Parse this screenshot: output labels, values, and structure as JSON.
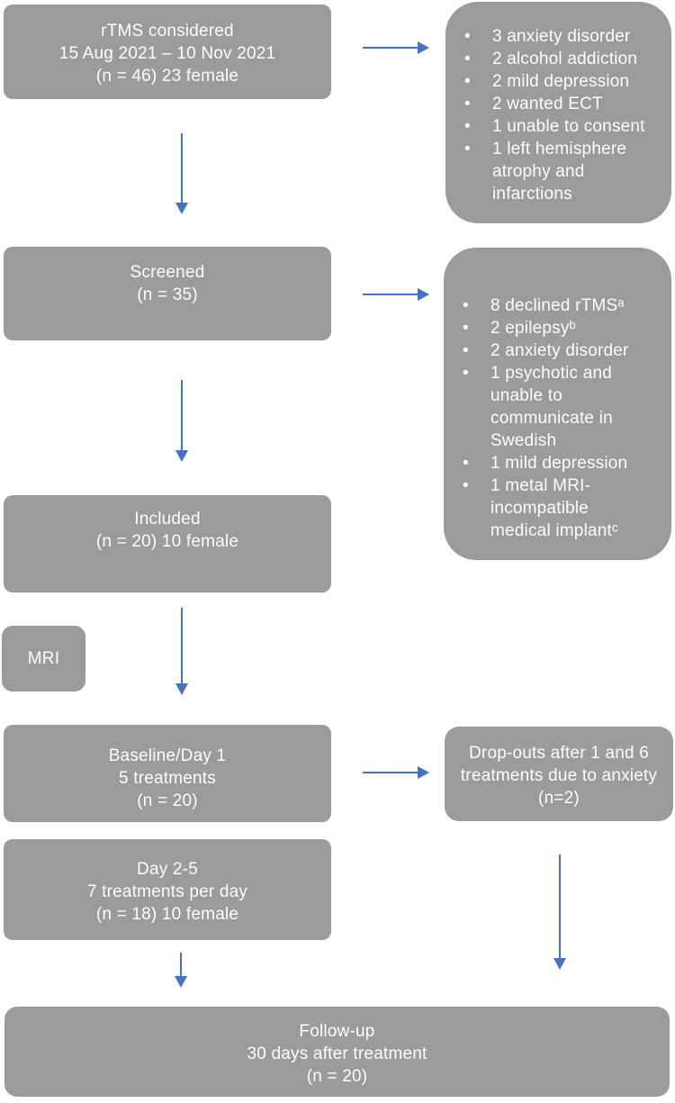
{
  "colors": {
    "box_gray": "#9b9b9b",
    "arrow_blue": "#4472c4",
    "text_white": "#fdfdfd"
  },
  "flow": {
    "considered": {
      "lines": [
        "rTMS considered",
        "15 Aug 2021 – 10 Nov 2021",
        "(n = 46) 23 female"
      ]
    },
    "exclusions_screening": {
      "items": [
        "3 anxiety disorder",
        "2 alcohol addiction",
        "2 mild depression",
        "2 wanted ECT",
        "1 unable to consent",
        "1 left hemisphere atrophy and infarctions"
      ]
    },
    "screened": {
      "lines": [
        "Screened",
        "(n = 35)"
      ]
    },
    "exclusions_inclusion": {
      "items": [
        "8 declined rTMSᵃ",
        "2 epilepsyᵇ",
        "2 anxiety disorder",
        "1 psychotic and unable to communicate in Swedish",
        "1 mild depression",
        "1 metal MRI-incompatible medical implantᶜ"
      ]
    },
    "included": {
      "lines": [
        "Included",
        "(n = 20) 10 female"
      ]
    },
    "mri": {
      "label": "MRI"
    },
    "baseline": {
      "lines": [
        "Baseline/Day 1",
        "5 treatments",
        "(n = 20)"
      ]
    },
    "dropouts": {
      "lines": [
        "Drop-outs after 1 and 6",
        "treatments due to anxiety",
        "(n=2)"
      ]
    },
    "day25": {
      "lines": [
        "Day 2-5",
        "7 treatments per day",
        "(n = 18) 10 female"
      ]
    },
    "followup": {
      "lines": [
        "Follow-up",
        "30 days after treatment",
        "(n = 20)"
      ]
    }
  }
}
